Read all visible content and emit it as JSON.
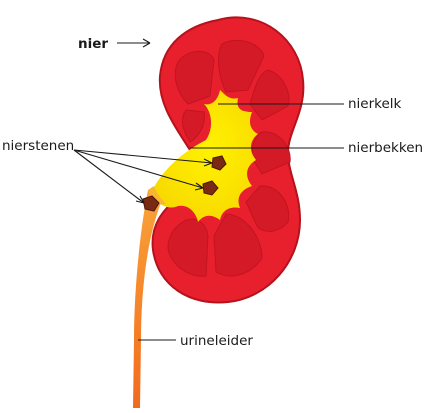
{
  "diagram": {
    "labels": {
      "nier": "nier",
      "nierkelk": "nierkelk",
      "nierbekken": "nierbekken",
      "nierstenen": "nierstenen",
      "urineleider": "urineleider"
    },
    "colors": {
      "cortex": "#e8202e",
      "cortex_edge": "#b5121c",
      "pyramid": "#d41a26",
      "pelvis": "#fbe500",
      "ureter": "#f47b20",
      "stone": "#7a2a12",
      "leader": "#1a1a1a"
    }
  }
}
